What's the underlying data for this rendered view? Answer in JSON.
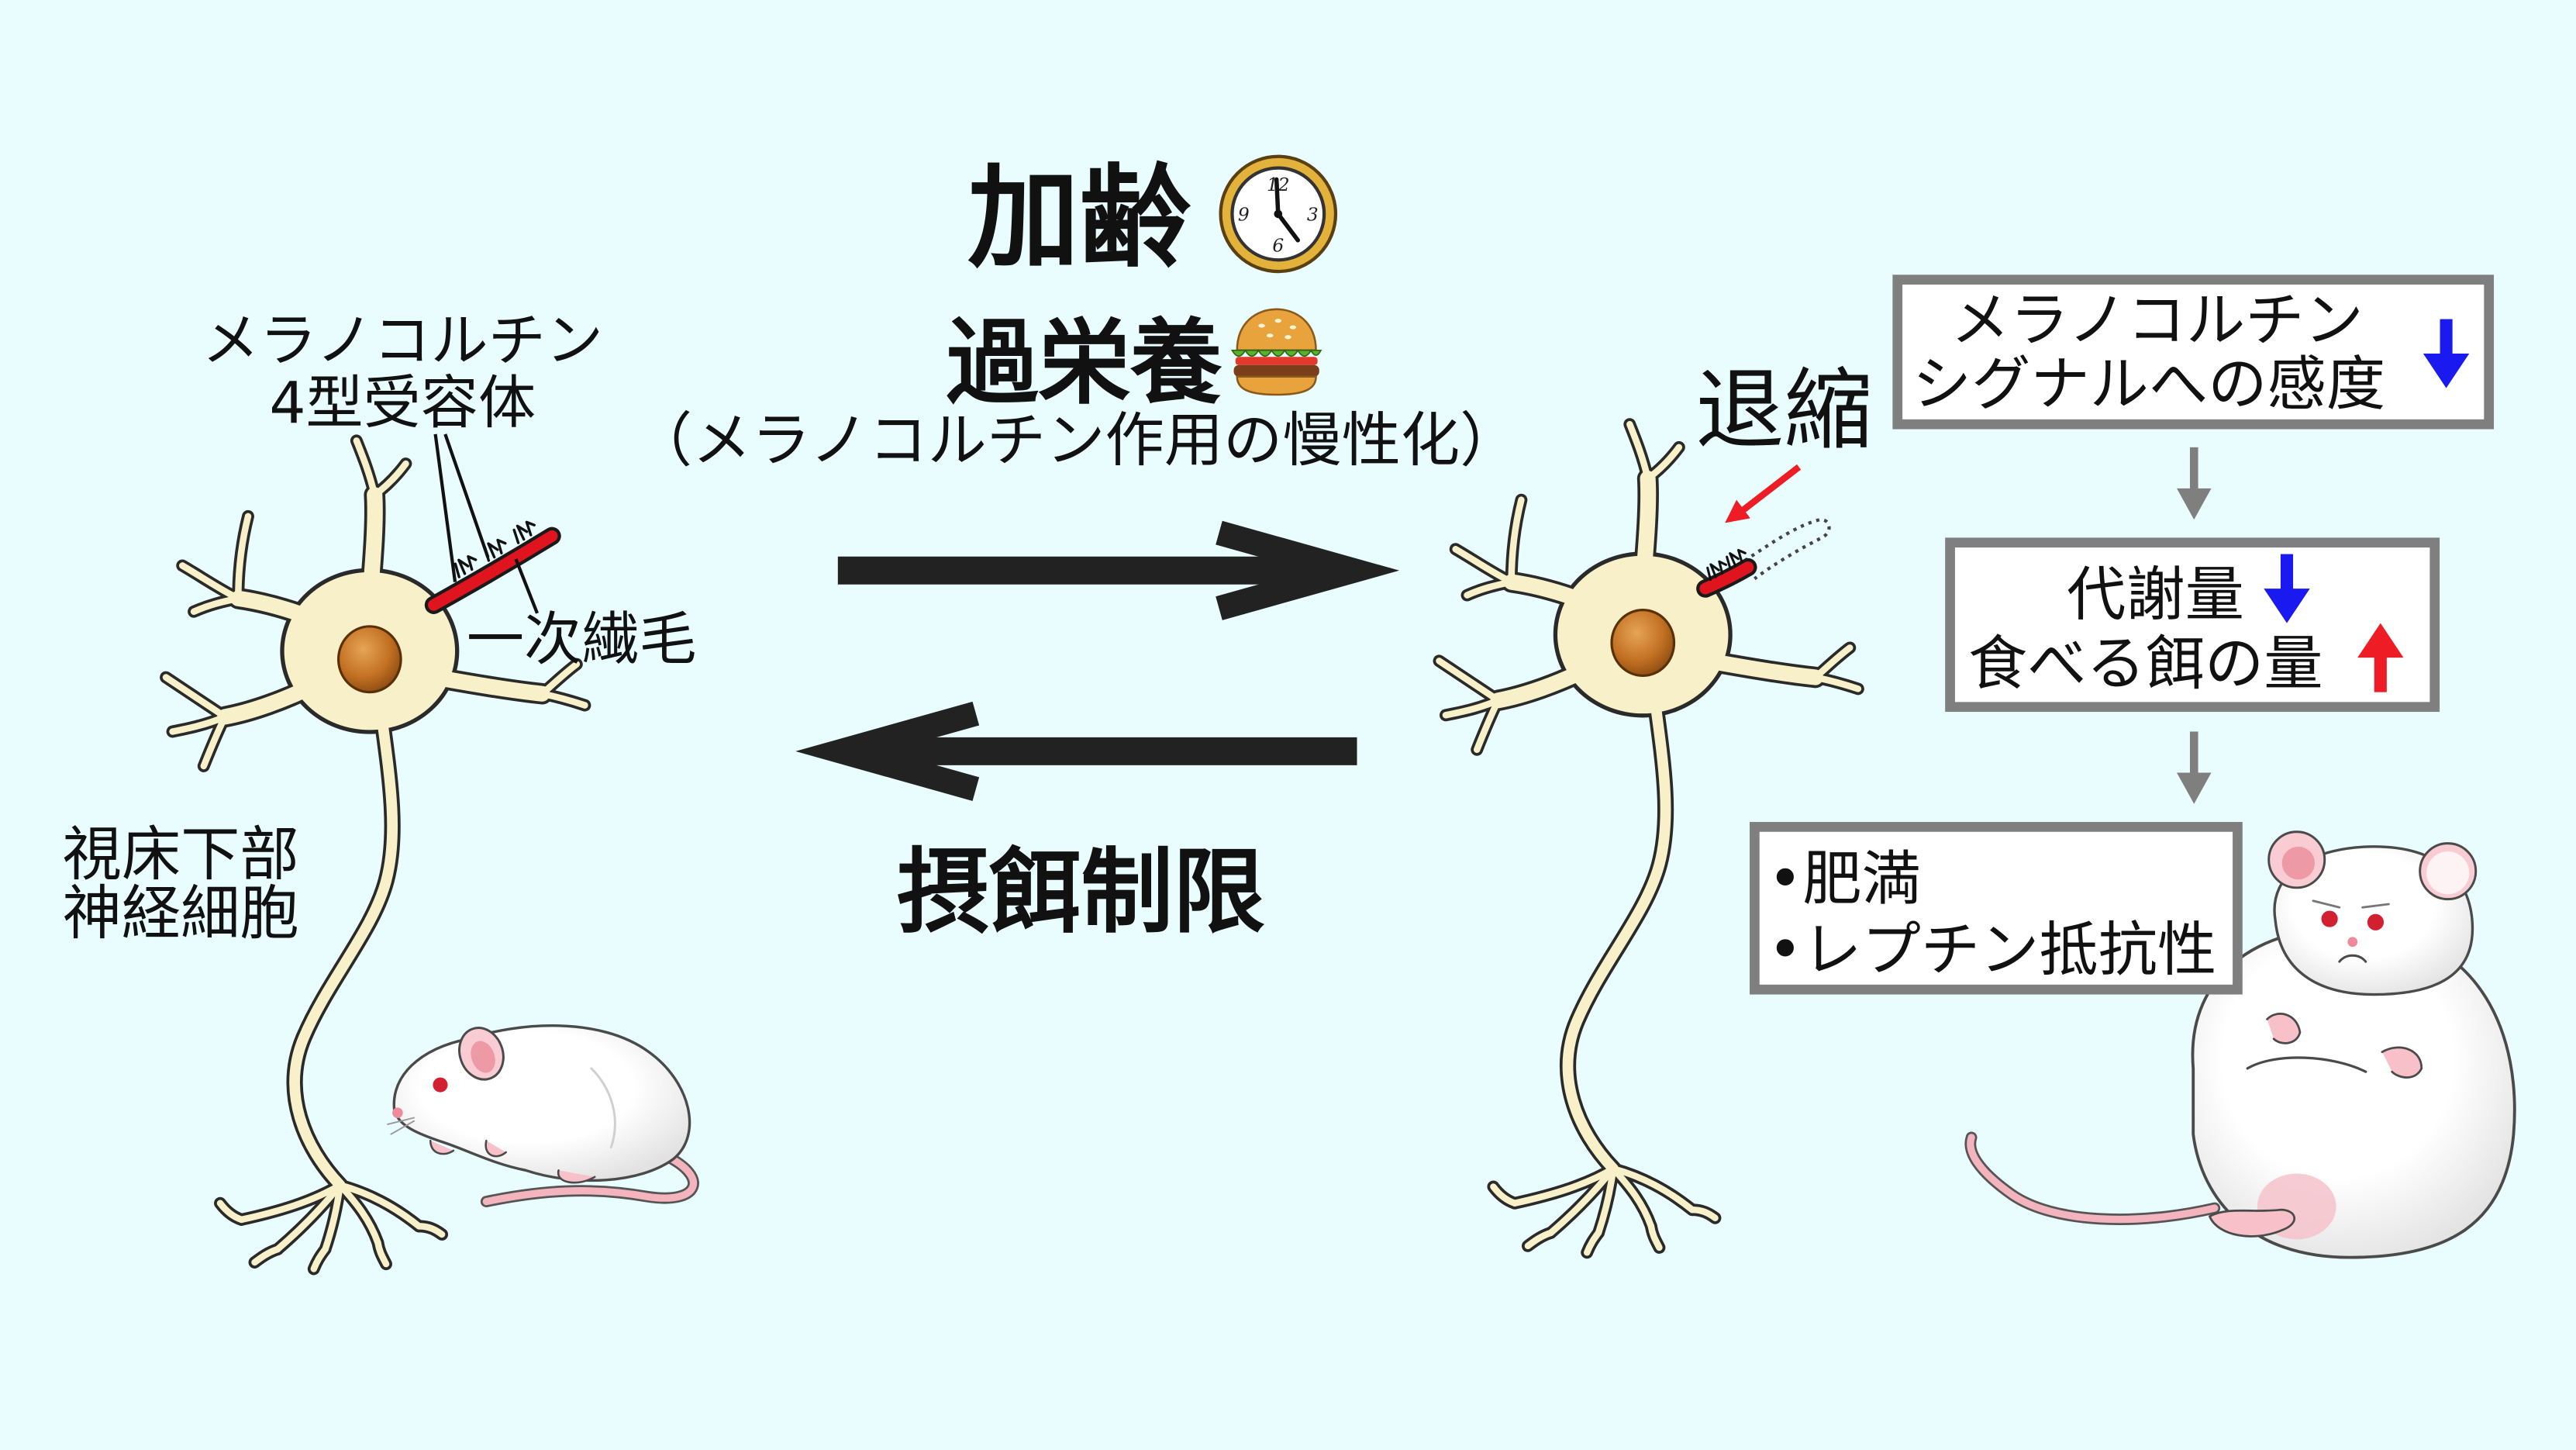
{
  "header": {
    "aging": "加齢",
    "overnutrition": "過栄養",
    "overnutrition_note": "（メラノコルチン作用の慢性化）"
  },
  "clock_numerals": {
    "twelve": "12",
    "three": "3",
    "six": "6",
    "nine": "9"
  },
  "feeding_restriction": "摂餌制限",
  "left_neuron": {
    "receptor_label": [
      "メラノコルチン",
      "4型受容体"
    ],
    "cilium_label": "一次繊毛",
    "cell_label": [
      "視床下部",
      "神経細胞"
    ]
  },
  "right_neuron": {
    "retraction_label": "退縮"
  },
  "effects": [
    {
      "lines": [
        {
          "text": "メラノコルチン"
        },
        {
          "text": "シグナルへの感度",
          "arrow": "down"
        }
      ]
    },
    {
      "lines": [
        {
          "text": "代謝量",
          "arrow": "down"
        },
        {
          "text": "食べる餌の量",
          "arrow": "up"
        }
      ]
    },
    {
      "lines": [
        {
          "text": "•肥満"
        },
        {
          "text": "•レプチン抵抗性"
        }
      ]
    }
  ],
  "icons": {
    "clock": "clock-icon",
    "food": "hamburger-icon",
    "decrease": "down-arrow-icon",
    "increase": "up-arrow-icon",
    "lean_mouse": "mouse-icon",
    "obese_mouse": "obese-mouse-icon"
  },
  "colors": {
    "background": "#e9fcfe",
    "neuron_fill": "#f8f0c8",
    "neuron_outline": "#2a2a2a",
    "cilium": "#e0141e",
    "decrease": "#1a1af0",
    "increase": "#ee1c24",
    "retraction": "#ee1c24",
    "box_border": "#7f7f7f",
    "flow_arrow": "#7f7f7f",
    "main_arrow": "#222222"
  }
}
